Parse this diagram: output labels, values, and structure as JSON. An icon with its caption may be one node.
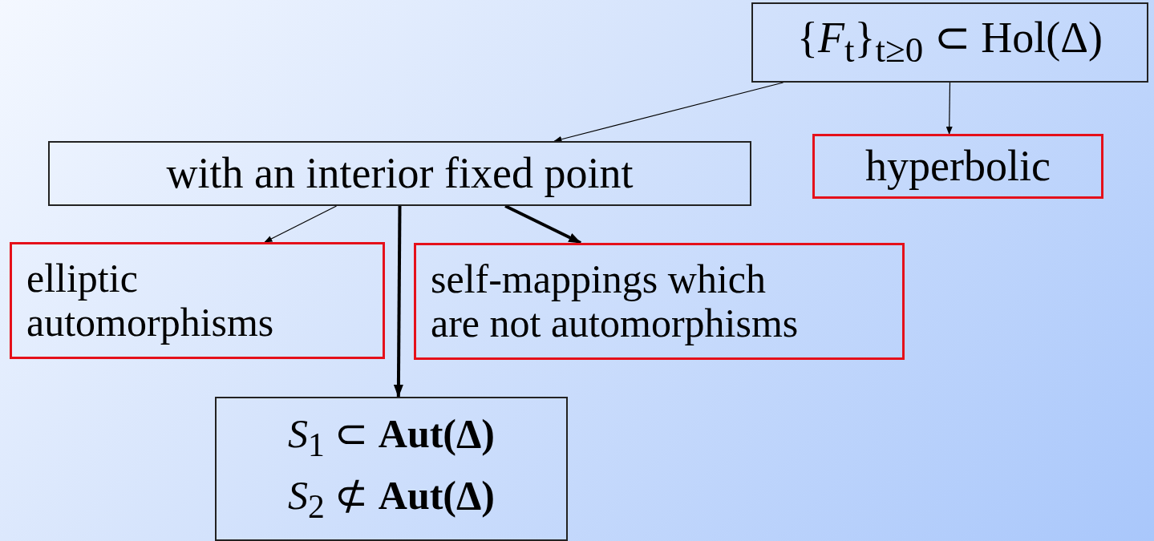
{
  "diagram": {
    "nodes": [
      {
        "text": [
          "{*F*$_{t}$}$_{t≥0}$ ⊂ Hol(Δ)"
        ]
      },
      {
        "text": [
          "with an interior fixed point"
        ]
      },
      {
        "text": [
          "hyperbolic"
        ]
      },
      {
        "text": [
          "elliptic automorphisms"
        ]
      },
      {
        "text": [
          "self-mappings which are not automorphisms"
        ]
      },
      {
        "text": [
          "*S*$_{1}$ ⊂ **Aut(Δ)**",
          "*S*$_{2}$ ⊄ **Aut(Δ)**"
        ]
      }
    ],
    "edges": [
      {
        "from": 0,
        "to": 1,
        "arrow": "to"
      },
      {
        "from": 0,
        "to": 2,
        "arrow": "to"
      },
      {
        "from": 1,
        "to": 3,
        "arrow": "to"
      },
      {
        "from": 1,
        "to": 4,
        "arrow": "to",
        "style": "thick"
      },
      {
        "from": 1,
        "to": 5,
        "arrow": "to",
        "style": "thick"
      }
    ]
  }
}
